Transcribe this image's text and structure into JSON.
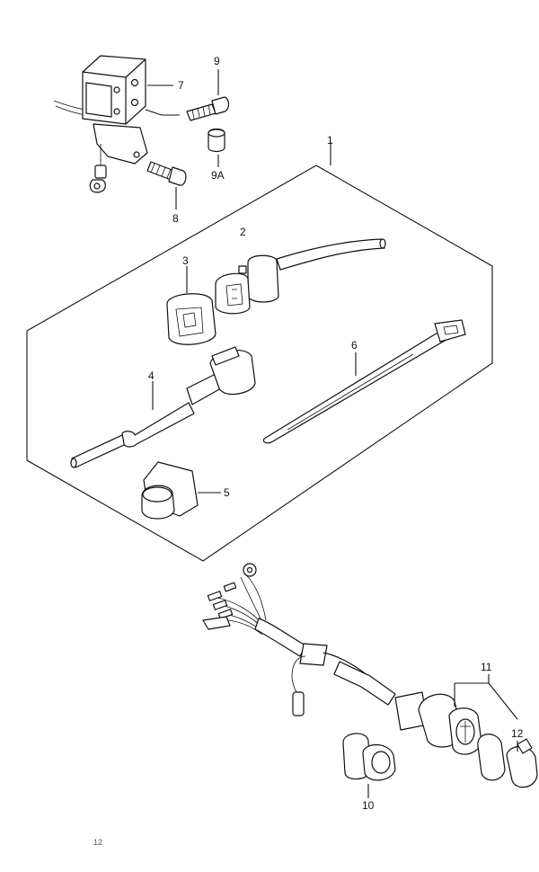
{
  "callouts": {
    "c1": "1",
    "c2": "2",
    "c3": "3",
    "c4": "4",
    "c5": "5",
    "c6": "6",
    "c7": "7",
    "c8": "8",
    "c9": "9",
    "c9a": "9A",
    "c10": "10",
    "c11": "11",
    "c12": "12"
  },
  "footer": {
    "page_mark": "12"
  }
}
